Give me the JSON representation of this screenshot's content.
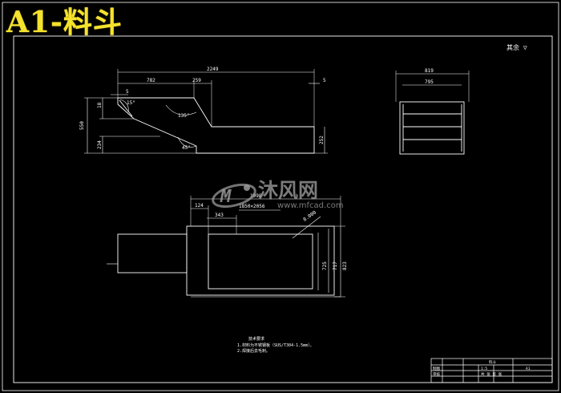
{
  "title": "A1-料斗",
  "colors": {
    "background": "#000000",
    "lines": "#ffffff",
    "title": "#f5e22c",
    "watermark": "#9a9a9a"
  },
  "watermark": {
    "logo_icon": "mf-logo-icon",
    "text": "沐风网",
    "url": "www.mfcad.com"
  },
  "annotation_top_right": "其余 ▽",
  "views": {
    "front": {
      "dims": {
        "overall_width": "2249",
        "left_span": "782",
        "middle_span": "259",
        "right_small": "5",
        "left_offset": "5",
        "left_total_height": "550",
        "left_top_height": "18",
        "left_bottom_height": "234",
        "right_height": "252",
        "angle_top": "15°",
        "angle_mid": "135°",
        "angle_bottom": "45°"
      }
    },
    "side": {
      "dims": {
        "outer_width": "819",
        "inner_width": "795"
      }
    },
    "top": {
      "dims": {
        "upper_span": "1998",
        "lower_span": "343",
        "left_small": "124",
        "note_dim": "1850×2056",
        "diag": "8.000",
        "height_1": "725",
        "height_2": "717",
        "height_3": "823"
      }
    }
  },
  "notes": {
    "heading": "技术要求",
    "line1": "1.材料为不锈钢板（SUS/T304-1.5mm）。",
    "line2": "2.焊接后去毛刺。"
  },
  "title_block": {
    "drawing_name": "料斗",
    "scale": "1:5",
    "sheet": "共 张 第 张",
    "cells": [
      "制图",
      "审核",
      "A1"
    ]
  }
}
